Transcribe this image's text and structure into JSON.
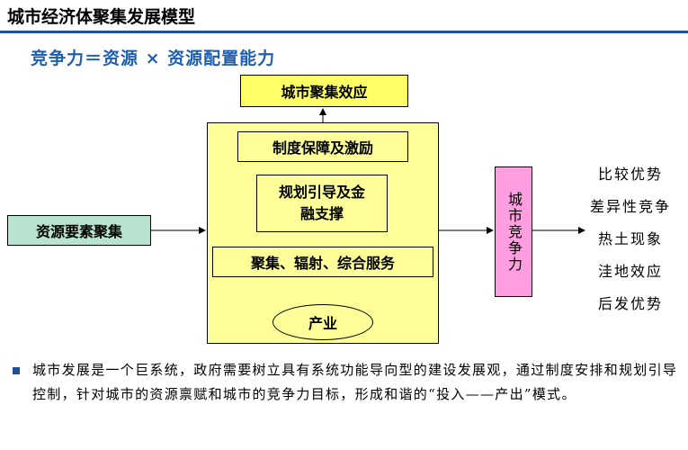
{
  "title": "城市经济体聚集发展模型",
  "formula": "竞争力＝资源 × 资源配置能力",
  "diagram": {
    "effect_box": "城市聚集效应",
    "institution_box": "制度保障及激励",
    "planning_box_line1": "规划引导及金",
    "planning_box_line2": "融支撑",
    "services_box": "聚集、辐射、综合服务",
    "industry_ellipse": "产业",
    "resource_box": "资源要素聚集",
    "competitiveness_box": "城市竞争力",
    "advantages": [
      "比较优势",
      "差异性竞争",
      "热土现象",
      "洼地效应",
      "后发优势"
    ]
  },
  "description": "城市发展是一个巨系统，政府需要树立具有系统功能导向型的建设发展观，通过制度安排和规划引导控制，针对城市的资源禀赋和城市的竞争力目标，形成和谐的“投入——产出”模式。",
  "colors": {
    "title_rule": "#1f4f99",
    "formula_text": "#1f5fb0",
    "effect_box": "#ffff66",
    "main_box": "#ffff99",
    "resource_box": "#b9e3d1",
    "competitiveness_box": "#ff9ee0"
  }
}
